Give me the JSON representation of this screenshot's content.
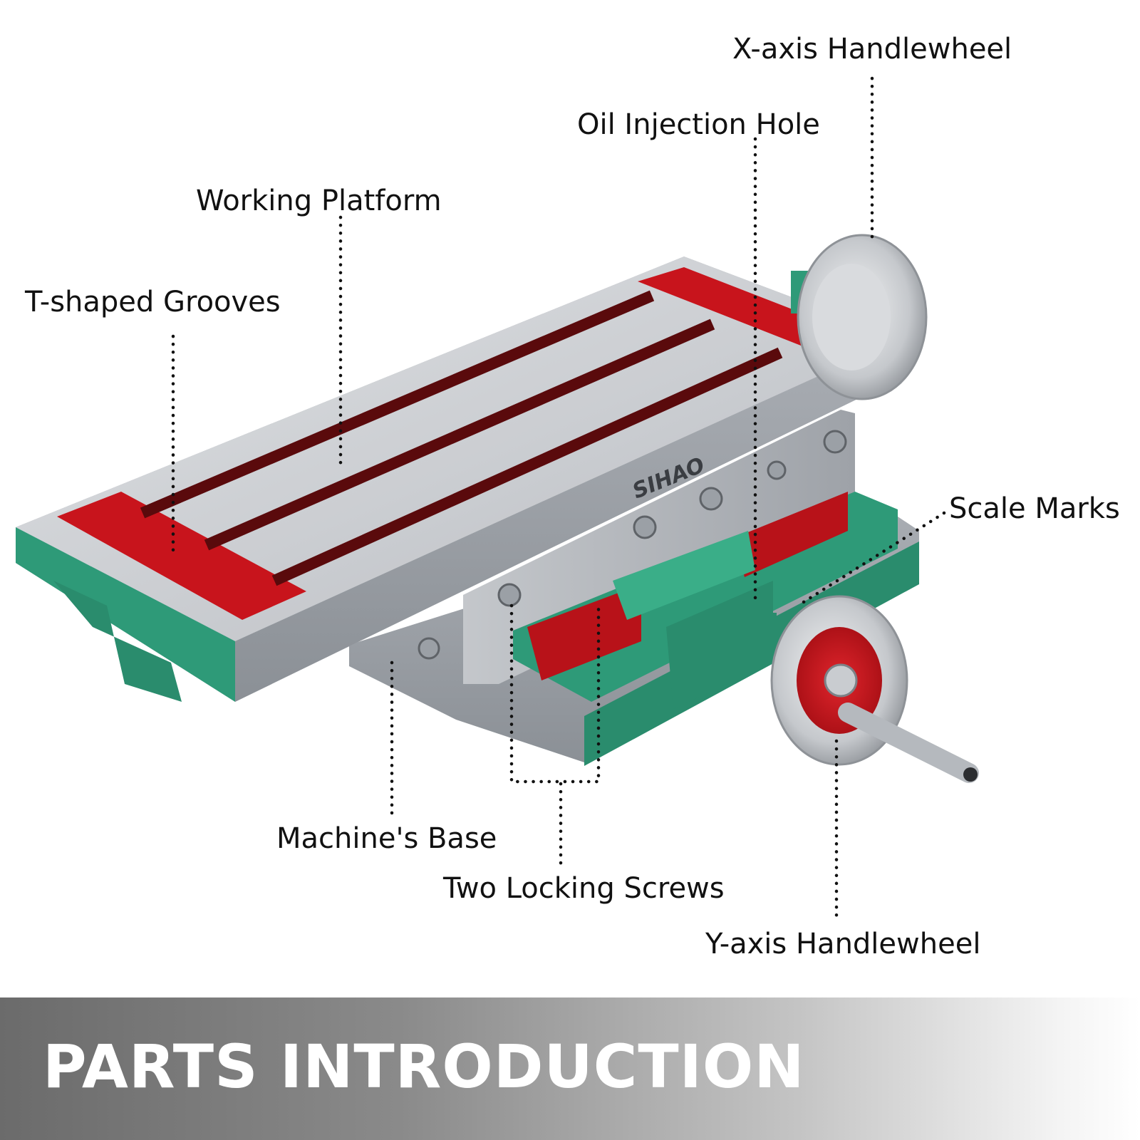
{
  "labels": {
    "x_axis_handlewheel": "X-axis Handlewheel",
    "oil_injection_hole": "Oil Injection Hole",
    "working_platform": "Working Platform",
    "t_shaped_grooves": "T-shaped Grooves",
    "scale_marks": "Scale Marks",
    "machines_base": "Machine's Base",
    "two_locking_screws": "Two Locking Screws",
    "y_axis_handlewheel": "Y-axis Handlewheel"
  },
  "brand": {
    "logo_text": "SIHAO"
  },
  "banner": {
    "title": "PARTS INTRODUCTION"
  },
  "colors": {
    "table_steel": "#c9ccd0",
    "groove_red": "#c8141c",
    "body_green": "#2e9a78",
    "banner_gray": "#6b6b6b"
  }
}
